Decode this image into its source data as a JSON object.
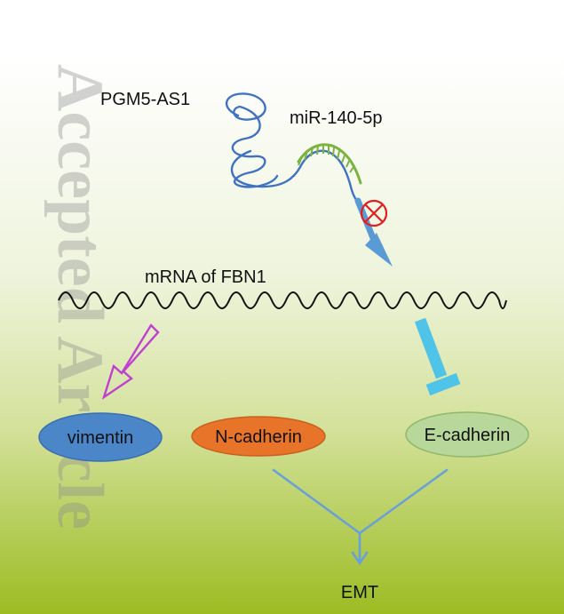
{
  "watermark": "Accepted Article",
  "labels": {
    "lncrna": "PGM5-AS1",
    "mirna": "miR-140-5p",
    "mrna": "mRNA of FBN1",
    "emt": "EMT"
  },
  "nodes": [
    {
      "id": "vimentin",
      "label": "vimentin",
      "fill": "#4a86c8",
      "stroke": "#3a6fb0"
    },
    {
      "id": "n-cadherin",
      "label": "N-cadherin",
      "fill": "#e8742a",
      "stroke": "#c9601d"
    },
    {
      "id": "e-cadherin",
      "label": "E-cadherin",
      "fill": "#b7d89a",
      "stroke": "#8fb86a"
    }
  ],
  "colors": {
    "background_top": "#ffffff",
    "background_mid": "#dfe9b4",
    "background_bottom": "#9cbc22",
    "rna_strand": "#3f72c2",
    "mirna_strand": "#7ab33f",
    "inhibit_arrow": "#5b9bd5",
    "block_symbol": "#e02020",
    "upregulate_arrow": "#c040d0",
    "inhibit_bar": "#4fc3e8",
    "emt_lines": "#6aa0d8"
  }
}
